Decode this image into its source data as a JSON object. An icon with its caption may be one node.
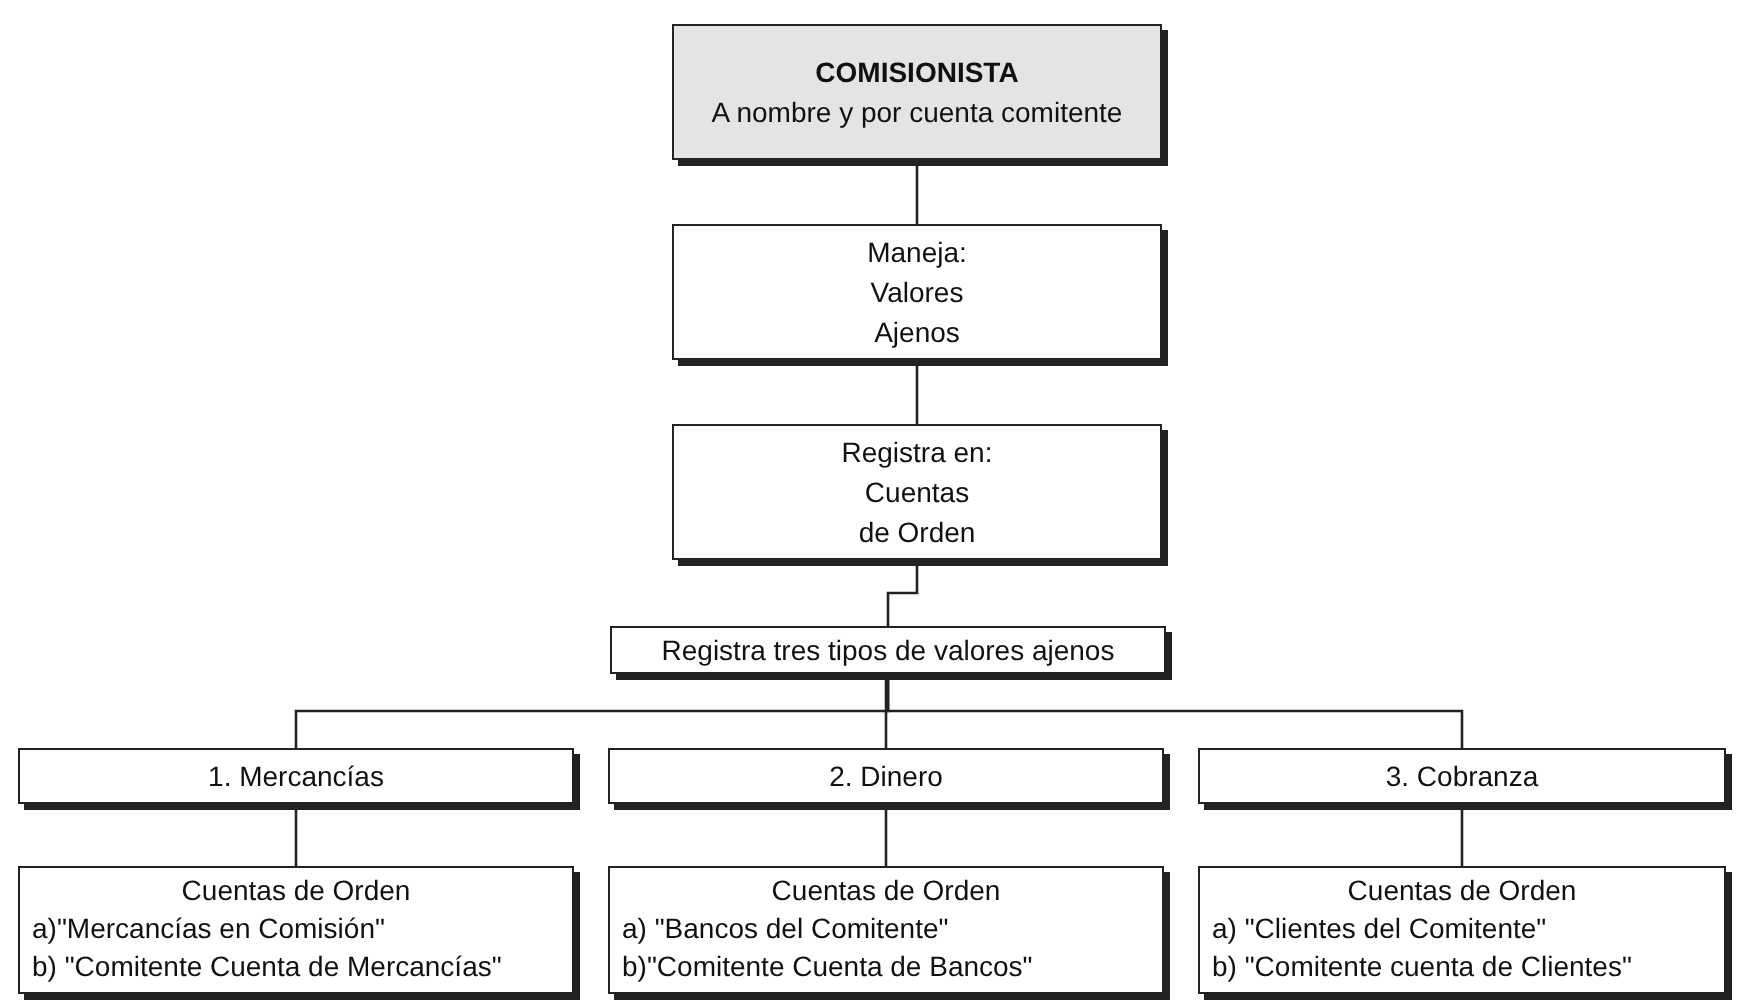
{
  "diagram": {
    "nodes": [
      {
        "text": [
          "COMISIONISTA",
          "A nombre y por cuenta comitente"
        ]
      },
      {
        "text": [
          "Maneja:",
          "Valores Ajenos"
        ]
      },
      {
        "text": [
          "Registra en:",
          "Cuentas de Orden"
        ]
      },
      {
        "text": [
          "Registra tres tipos de valores ajenos"
        ]
      },
      {
        "text": [
          "1. Mercancías"
        ]
      },
      {
        "text": [
          "2. Dinero"
        ]
      },
      {
        "text": [
          "3. Cobranza"
        ]
      },
      {
        "text": [
          "Cuentas de Orden",
          "a)\"Mercancías en Comisión\"",
          "b) \"Comitente Cuenta de Mercancías\""
        ]
      },
      {
        "text": [
          "Cuentas de Orden",
          "a) \"Bancos del Comitente\"",
          "b)\"Comitente Cuenta de Bancos\""
        ]
      },
      {
        "text": [
          "Cuentas de Orden",
          "a) \"Clientes del Comitente\"",
          "b) \"Comitente cuenta de Clientes\""
        ]
      }
    ],
    "edges": [
      {
        "from": 0,
        "to": 1,
        "arrow": "none"
      },
      {
        "from": 1,
        "to": 2,
        "arrow": "none"
      },
      {
        "from": 2,
        "to": 3,
        "arrow": "none"
      },
      {
        "from": 3,
        "to": 4,
        "arrow": "none"
      },
      {
        "from": 3,
        "to": 5,
        "arrow": "none"
      },
      {
        "from": 3,
        "to": 6,
        "arrow": "none"
      },
      {
        "from": 4,
        "to": 7,
        "arrow": "none"
      },
      {
        "from": 5,
        "to": 8,
        "arrow": "none"
      },
      {
        "from": 6,
        "to": 9,
        "arrow": "none"
      }
    ]
  }
}
